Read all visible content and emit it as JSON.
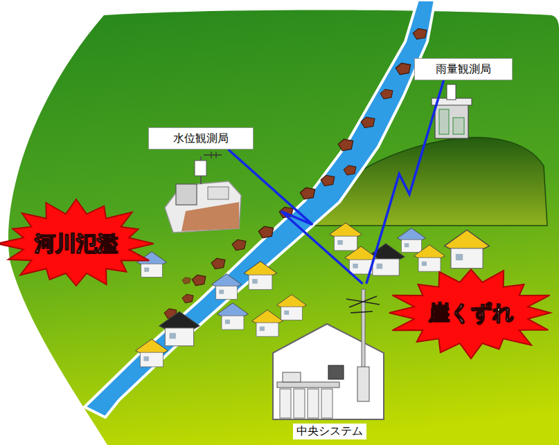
{
  "diagram": {
    "nodes": [
      {
        "text": [
          "雨量観測局"
        ]
      },
      {
        "text": [
          "水位観測局"
        ]
      },
      {
        "text": [
          "河川氾濫"
        ]
      },
      {
        "text": [
          "崖くずれ"
        ]
      },
      {
        "text": [
          "中央システム"
        ]
      }
    ],
    "edges": [
      {
        "from": 0,
        "to": 4,
        "arrow": "none"
      },
      {
        "from": 1,
        "to": 4,
        "arrow": "none"
      }
    ]
  }
}
